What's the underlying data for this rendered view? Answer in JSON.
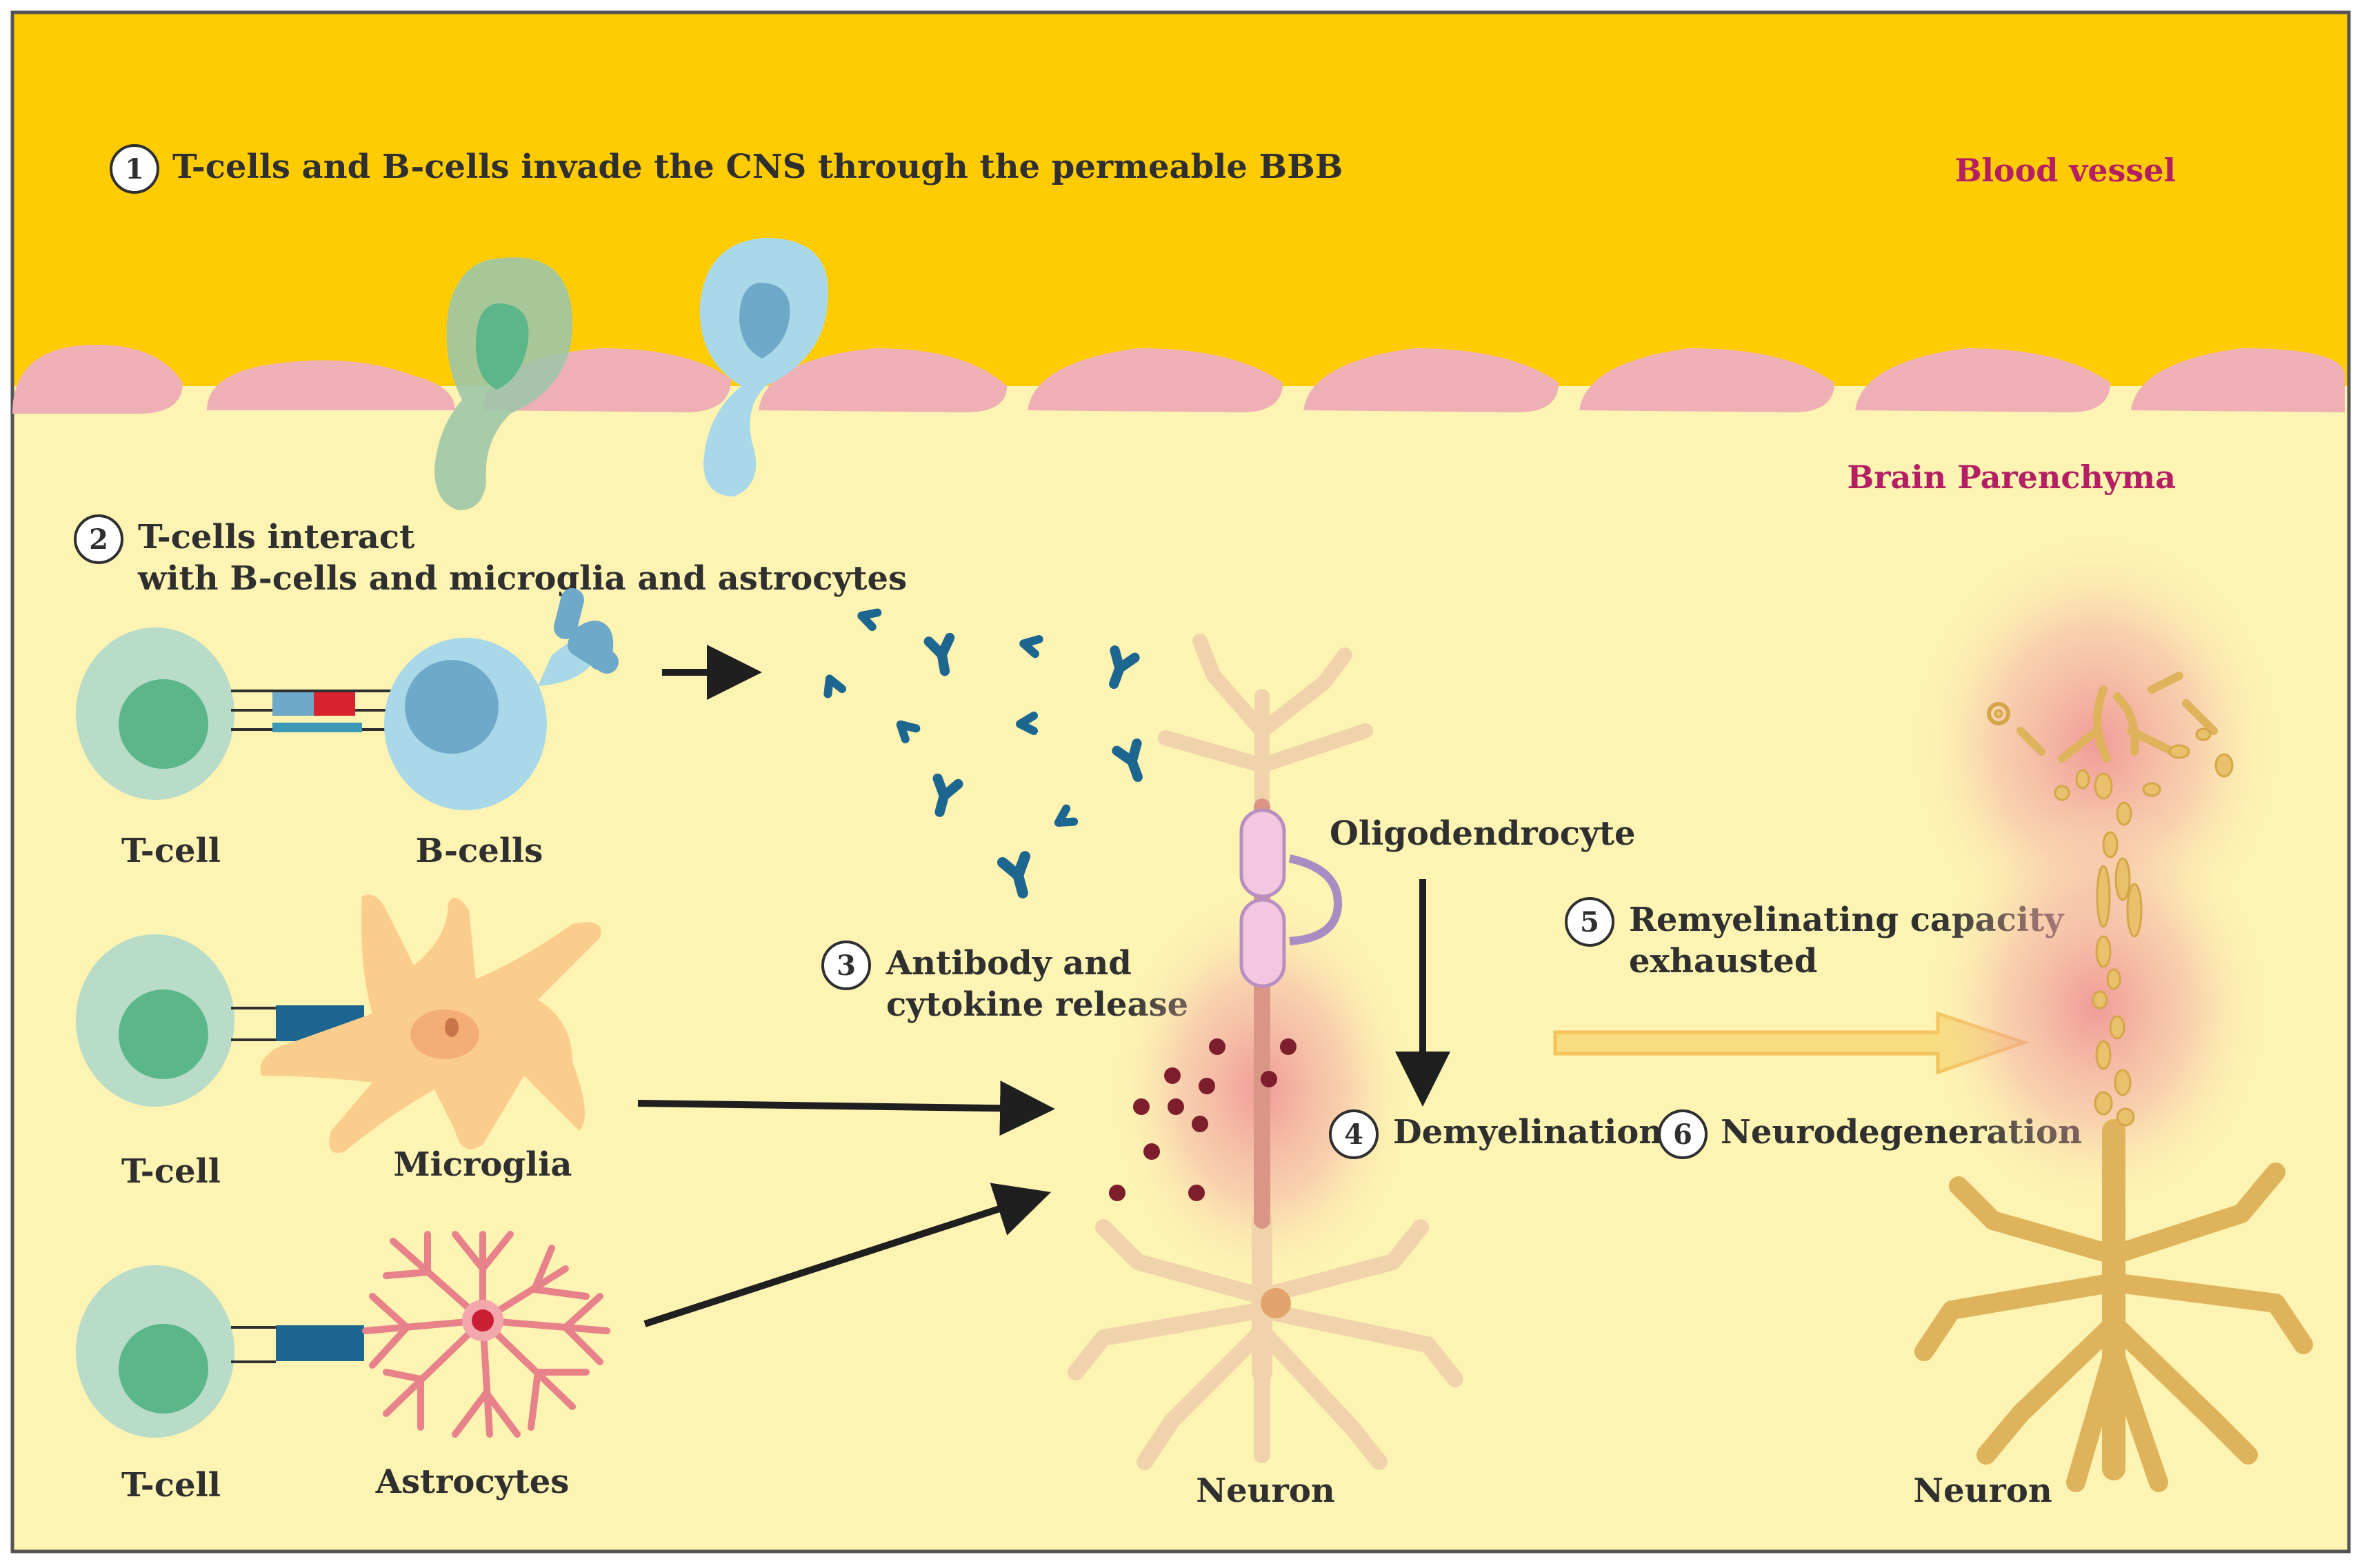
{
  "steps": {
    "s1": {
      "num": "1",
      "text": "T-cells and B-cells invade the CNS through the permeable BBB"
    },
    "s2": {
      "num": "2",
      "line1": "T-cells interact",
      "line2": "with B-cells and microglia and astrocytes"
    },
    "s3": {
      "num": "3",
      "line1": "Antibody and",
      "line2": "cytokine release"
    },
    "s4": {
      "num": "4",
      "text": "Demyelination"
    },
    "s5": {
      "num": "5",
      "line1": "Remyelinating capacity",
      "line2": "exhausted"
    },
    "s6": {
      "num": "6",
      "text": "Neurodegeneration"
    }
  },
  "regions": {
    "blood_vessel": "Blood vessel",
    "brain_parenchyma": "Brain Parenchyma"
  },
  "cells": {
    "tcell_1": "T-cell",
    "bcells": "B-cells",
    "tcell_2": "T-cell",
    "microglia": "Microglia",
    "tcell_3": "T-cell",
    "astrocytes": "Astrocytes",
    "oligodendrocyte": "Oligodendrocyte",
    "neuron_healthy": "Neuron",
    "neuron_degenerated": "Neuron"
  },
  "colors": {
    "blood": "#ffcc04",
    "parenchyma": "#fdf3b2",
    "endothelium": "#eeb0b4",
    "tcell_outer": "#b9dcc8",
    "tcell_inner": "#5bb68a",
    "bcell_outer": "#a9d9e8",
    "bcell_inner": "#6fa9c9",
    "receptor_blue": "#1d6690",
    "receptor_red": "#d8232f",
    "microglia": "#fbcd8c",
    "astrocyte": "#e8828a",
    "neuron_light": "#f1d3ab",
    "neuron_dark": "#deb35b",
    "inflammation": "#ee8c93",
    "myelin": "#f2c7df",
    "cytokine": "#7d1e2c",
    "arrow": "#1f1f1f",
    "arrow_pale": "#f7dc80"
  }
}
